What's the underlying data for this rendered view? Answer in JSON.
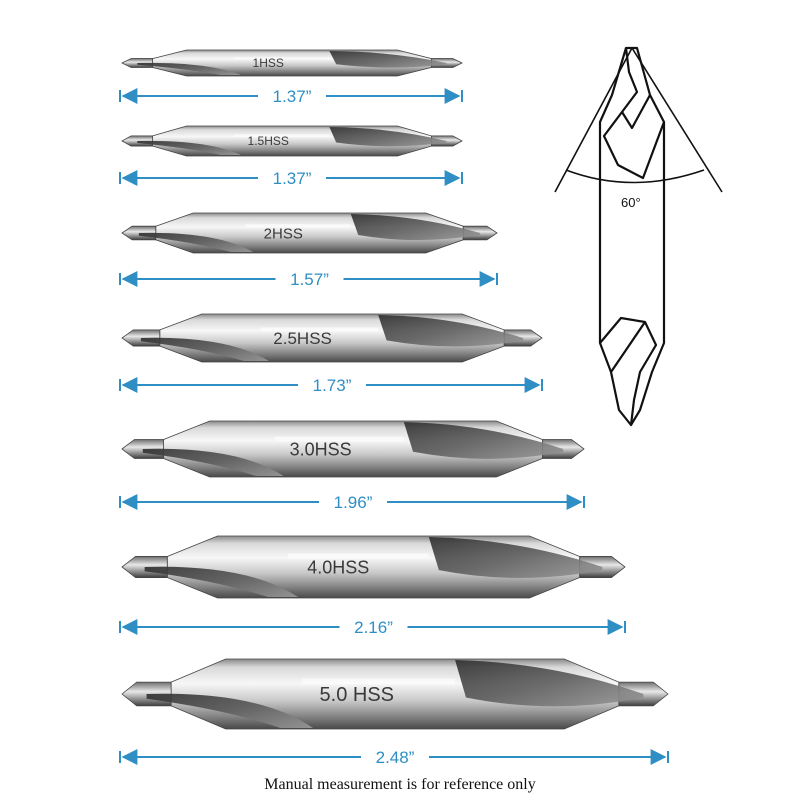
{
  "bits": [
    {
      "label": "1HSS",
      "length": "1.37”"
    },
    {
      "label": "1.5HSS",
      "length": "1.37”"
    },
    {
      "label": "2HSS",
      "length": "1.57”"
    },
    {
      "label": "2.5HSS",
      "length": "1.73”"
    },
    {
      "label": "3.0HSS",
      "length": "1.96”"
    },
    {
      "label": "4.0HSS",
      "length": "2.16”"
    },
    {
      "label": "5.0 HSS",
      "length": "2.48”"
    }
  ],
  "diagram": {
    "angle": "60°"
  },
  "note": "Manual measurement is for reference only",
  "colors": {
    "measure": "#2f8fc4",
    "steel_dark": "#5a5a5a",
    "steel_light": "#f2f2f2"
  }
}
